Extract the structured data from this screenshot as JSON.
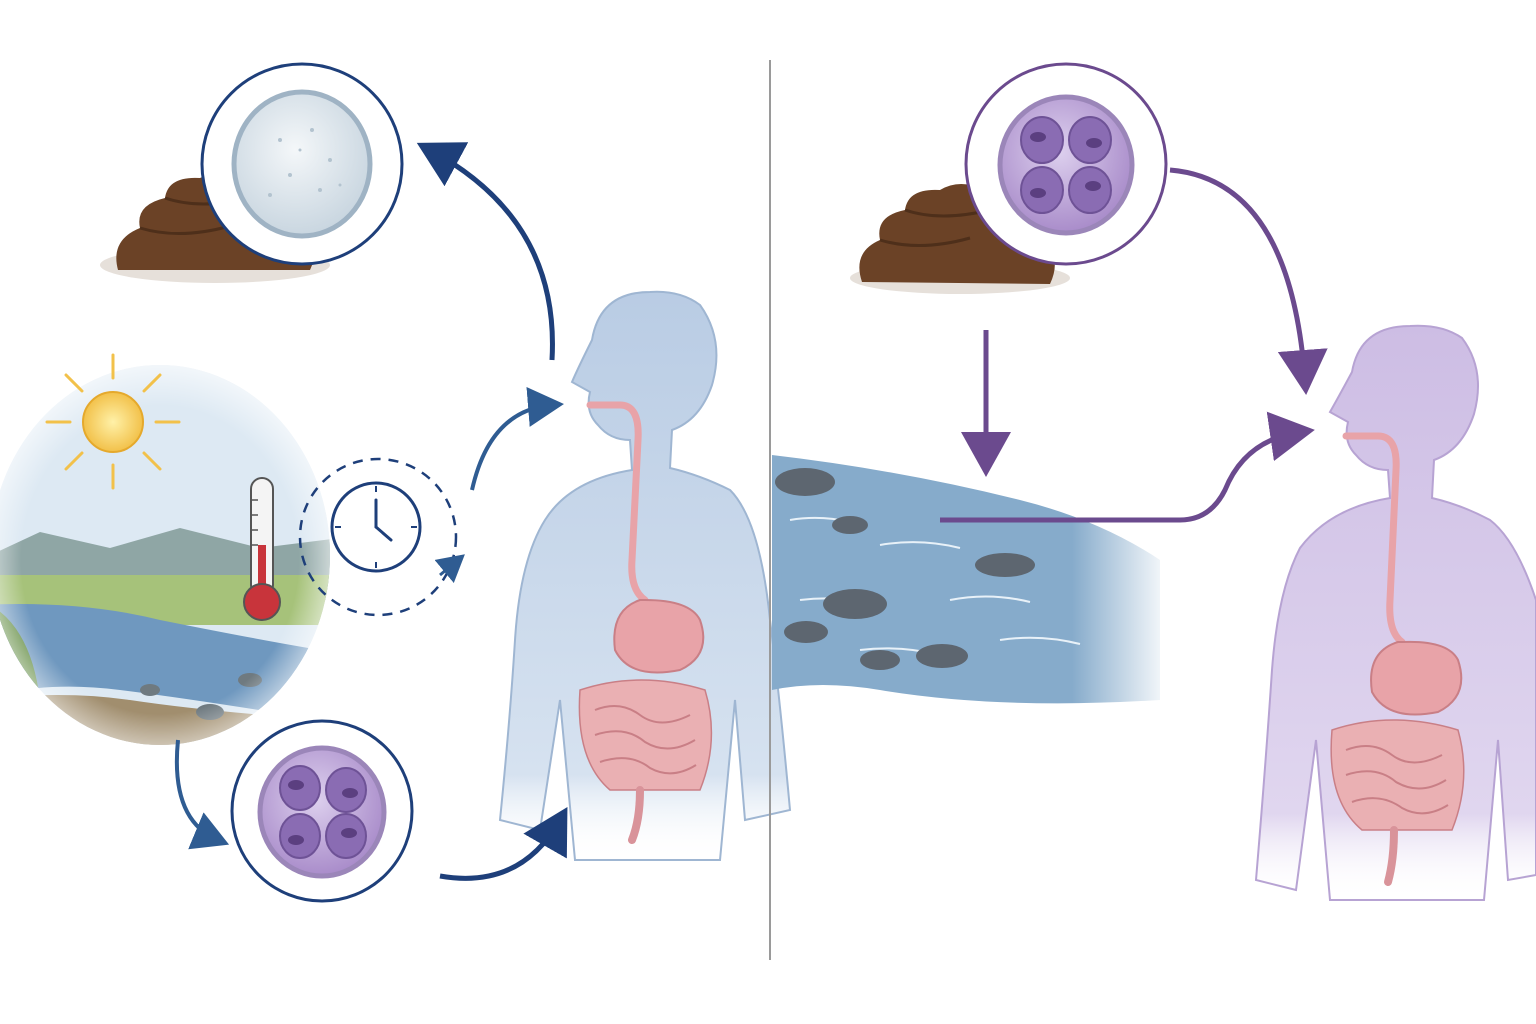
{
  "panels": [
    {
      "id": "left",
      "theme": "blue",
      "arrow_color": "#1e3f7a",
      "body_color": "#bfd0e6",
      "stages": [
        {
          "icon": "unsporulated-oocyst-icon",
          "state": "unsporulated oocyst in feces"
        },
        {
          "icon": "sun-icon"
        },
        {
          "icon": "thermometer-icon"
        },
        {
          "icon": "clock-icon"
        },
        {
          "icon": "sporulated-oocyst-icon",
          "state": "sporulated oocyst"
        },
        {
          "icon": "human-digestive-tract-icon"
        }
      ]
    },
    {
      "id": "right",
      "theme": "purple",
      "arrow_color": "#6b4a8e",
      "body_color": "#d6c8e8",
      "stages": [
        {
          "icon": "sporulated-oocyst-icon",
          "state": "sporulated oocyst in feces"
        },
        {
          "icon": "water-icon"
        },
        {
          "icon": "human-digestive-tract-icon"
        }
      ]
    }
  ],
  "colors": {
    "divider": "#9a9a9a",
    "feces": "#6b4226",
    "oocyst_clear": "#dfe7ee",
    "oocyst_sporulated": "#b9a3d6",
    "gut": "#e8a3a8",
    "water": "#7ea6c8"
  }
}
